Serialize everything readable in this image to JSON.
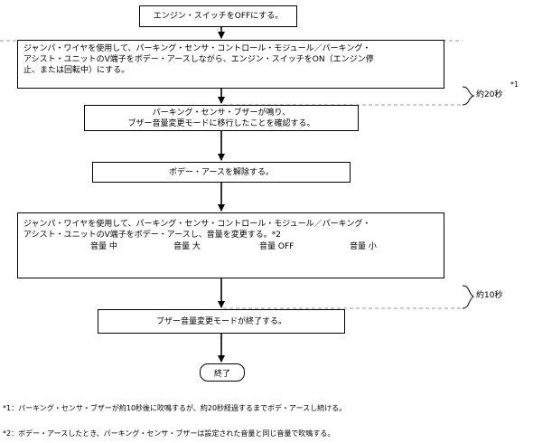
{
  "steps": {
    "step1": "エンジン・スイッチをOFFにする。",
    "step2": "ジャンパ・ワイヤを使用して、パーキング・センサ・コントロール・モジュール／パーキング・\nアシスト・ユニットのV端子をボデー・アースしながら、エンジン・スイッチをON（エンジン停\n止、または回転中）にする。",
    "step3": "パーキング・センサ・ブザーが鳴り、\nブザー音量変更モードに移行したことを確認する。",
    "step4": "ボデー・アースを解除する。",
    "step5": "ジャンパ・ワイヤを使用して、パーキング・センサ・コントロール・モジュール／パーキング・\nアシスト・ユニットのV端子をボデー・アースし、音量を変更する。*2",
    "step6": "ブザー音量変更モードが終了する。",
    "end": "終了"
  },
  "volume_cycle": [
    "音量 中",
    "音量 大",
    "音量 OFF",
    "音量 小"
  ],
  "timing": {
    "t1_label": "約20秒",
    "t1_mark": "*1",
    "t2_label": "約10秒"
  },
  "notes": [
    "*1：パーキング・センサ・ブザーが約10秒後に吹鳴するが、約20秒経過するまでボデ・アースし続ける。",
    "*2：ボデー・アースしたとき、パーキング・センサ・ブザーは設定された音量と同じ音量で吹鳴する。"
  ]
}
